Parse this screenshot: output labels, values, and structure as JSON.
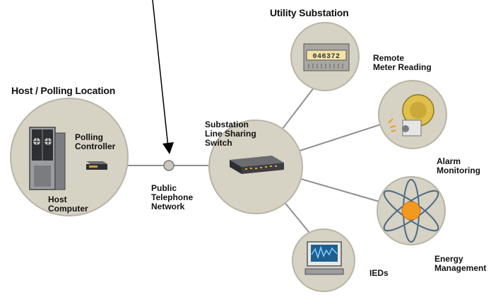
{
  "headings": {
    "utility_substation": "Utility Substation",
    "host_polling_location": "Host / Polling Location"
  },
  "labels": {
    "polling_controller": "Polling\nController",
    "host_computer": "Host\nComputer",
    "public_telephone_network": "Public\nTelephone\nNetwork",
    "substation_switch": "Substation\nLine Sharing\nSwitch",
    "remote_meter_reading": "Remote\nMeter Reading",
    "alarm_monitoring": "Alarm\nMonitoring",
    "energy_management": "Energy\nManagement",
    "ieds": "IEDs"
  },
  "meter_digits": "046372",
  "colors": {
    "circle_fill": "#d6d2c4",
    "circle_stroke": "#b9b4a6",
    "line": "#8f8f8f",
    "device_dark": "#3a3a3a",
    "accent_orange": "#f39a1e"
  }
}
